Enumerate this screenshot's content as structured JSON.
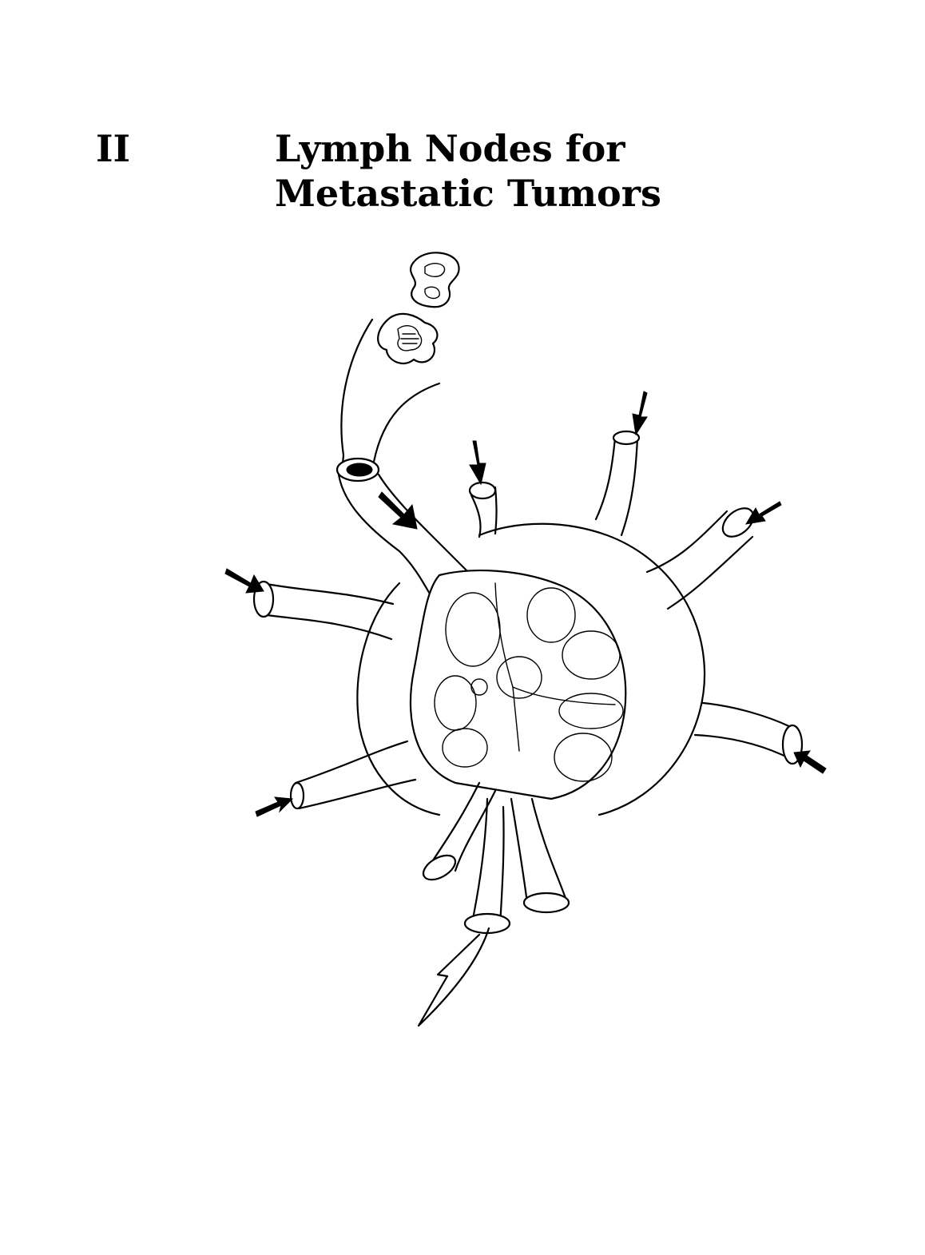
{
  "page": {
    "part_number": "II",
    "title_line_1": "Lymph Nodes for",
    "title_line_2": "Metastatic Tumors"
  },
  "illustration": {
    "icon": "lymph-node-illustration"
  }
}
